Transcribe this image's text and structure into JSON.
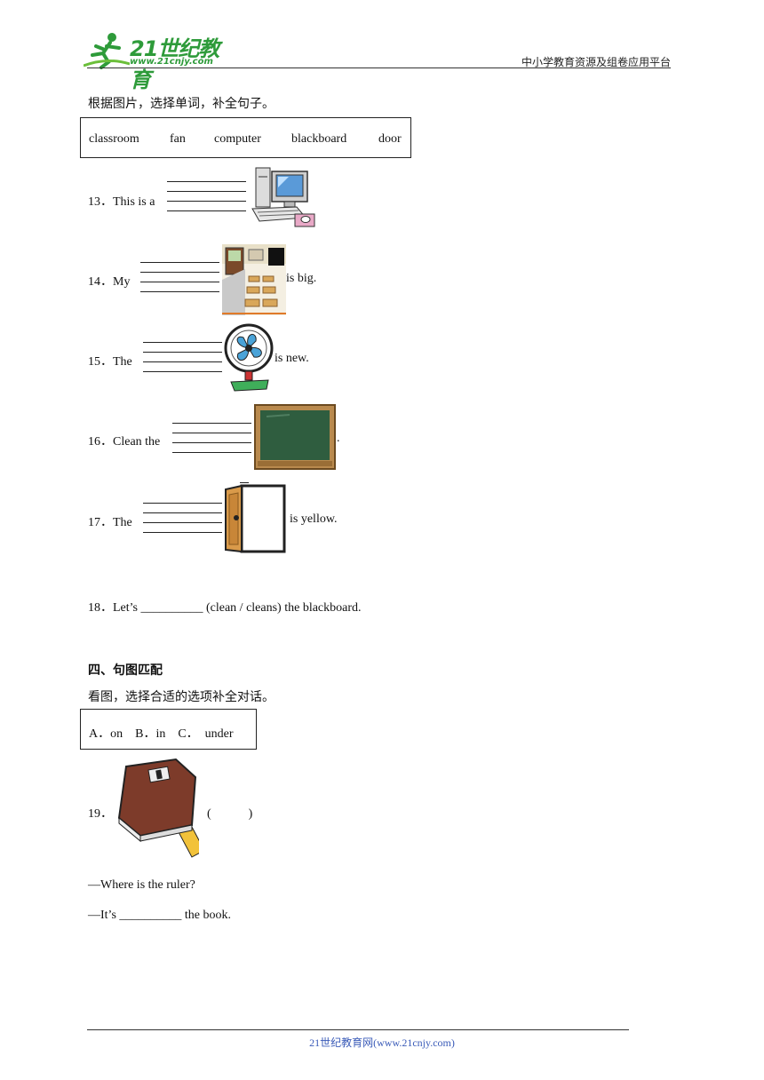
{
  "header": {
    "logo_text": "21世纪教育",
    "logo_url": "www.21cnjy.com",
    "platform": "中小学教育资源及组卷应用平台"
  },
  "section3": {
    "instruction": "根据图片，选择单词，补全句子。",
    "words": [
      "classroom",
      "fan",
      "computer",
      "blackboard",
      "door"
    ],
    "questions": [
      {
        "num": "13．",
        "before": "This is a",
        "after": "",
        "image": "computer-icon"
      },
      {
        "num": "14．",
        "before": "My",
        "after": "is big.",
        "image": "classroom-icon"
      },
      {
        "num": "15．",
        "before": "The",
        "after": "is new.",
        "image": "fan-icon"
      },
      {
        "num": "16．",
        "before": "Clean the",
        "after": ".",
        "image": "blackboard-icon"
      },
      {
        "num": "17．",
        "before": "The",
        "after": "is yellow.",
        "image": "door-icon"
      }
    ],
    "q18": "18．Let’s __________ (clean / cleans) the blackboard."
  },
  "section4": {
    "title": "四、句图匹配",
    "instruction": "看图，选择合适的选项补全对话。",
    "options": "A．on　B．in　C．　under",
    "q19_num": "19．",
    "q19_paren": "(　　　)",
    "dialog": [
      "—Where is the ruler?",
      "—It’s __________ the book."
    ]
  },
  "footer": {
    "text": "21世纪教育网(www.21cnjy.com)"
  },
  "colors": {
    "logo_green": "#2e9b3a",
    "footer_blue": "#3a5bb8"
  }
}
